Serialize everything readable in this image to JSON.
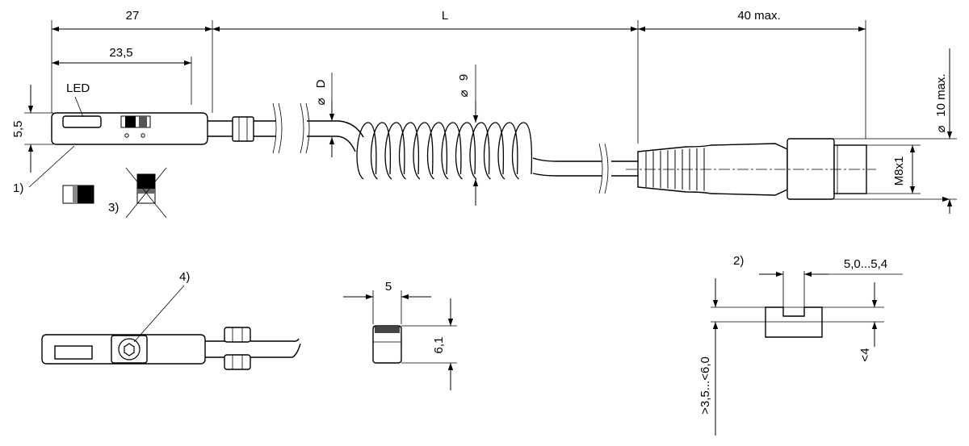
{
  "dimensions": {
    "d27": "27",
    "dL": "L",
    "d40max": "40 max.",
    "d23_5": "23,5",
    "d5_5": "5,5",
    "dD": "D",
    "d9": "9",
    "d10max": "10 max.",
    "thread": "M8x1",
    "d5": "5",
    "d6_1": "6,1",
    "slot_width": "5,0...5,4",
    "slot_depth": "<4",
    "slot_height": ">3,5...<6,0"
  },
  "labels": {
    "led": "LED",
    "note1": "1)",
    "note2": "2)",
    "note3": "3)",
    "note4": "4)"
  }
}
